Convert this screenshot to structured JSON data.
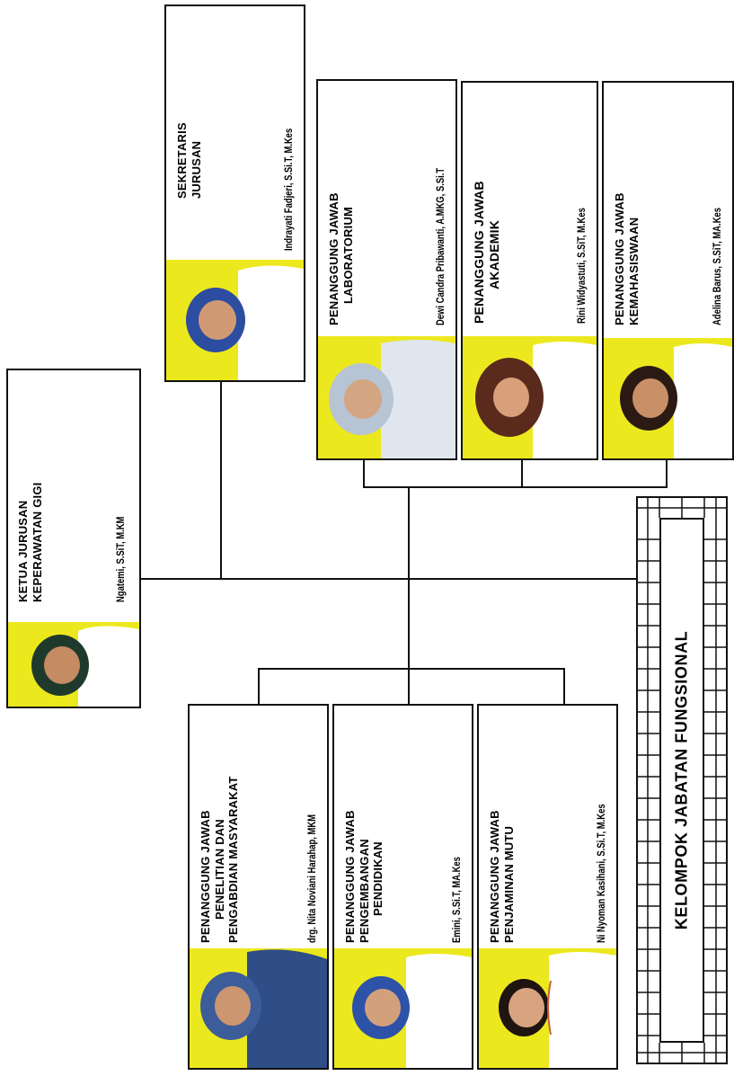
{
  "org_chart": {
    "head": {
      "title_lines": [
        "KETUA JURUSAN",
        "KEPERAWATAN GIGI"
      ],
      "name": "Ngatemi, S.SiT, M.KM"
    },
    "secretary": {
      "title_lines": [
        "SEKRETARIS",
        "JURUSAN"
      ],
      "name": "Indrayati Fadjeri, S.Si.T, M.Kes"
    },
    "lab": {
      "title_lines": [
        "PENANGGUNG JAWAB",
        "LABORATORIUM"
      ],
      "name": "Dewi Candra Pribawanti, A.MKG, S.Si.T"
    },
    "academic": {
      "title_lines": [
        "PENANGGUNG JAWAB",
        "AKADEMIK"
      ],
      "name": "Rini Widyastuti, S.SiT, M.Kes"
    },
    "student_affairs": {
      "title_lines": [
        "PENANGGUNG JAWAB",
        "KEMAHASISWAAN"
      ],
      "name": "Adelina Barus, S.SiT, MA.Kes"
    },
    "research": {
      "title_lines": [
        "PENANGGUNG JAWAB",
        "PENELITIAN DAN",
        "PENGABDIAN MASYARAKAT"
      ],
      "name": "drg. Nita Noviani Harahap, MKM"
    },
    "education": {
      "title_lines": [
        "PENANGGUNG JAWAB",
        "PENGEMBANGAN",
        "PENDIDIKAN"
      ],
      "name": "Emini, S.Si.T, MA.Kes"
    },
    "quality": {
      "title_lines": [
        "PENANGGUNG JAWAB",
        "PENJAMINAN MUTU"
      ],
      "name": "Ni Nyoman Kasihani, S.Si.T, M.Kes"
    },
    "functional_group": {
      "label": "KELOMPOK JABATAN FUNGSIONAL"
    }
  },
  "colors": {
    "photo_background": "#ece81e",
    "line": "#111111"
  }
}
